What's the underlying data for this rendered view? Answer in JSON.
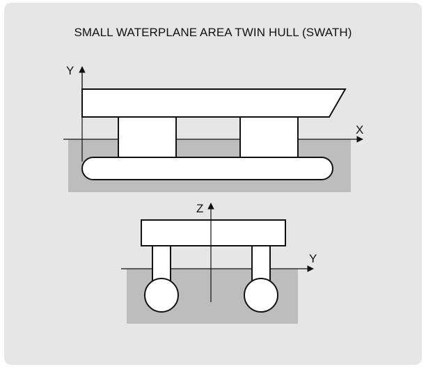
{
  "diagram": {
    "title": "SMALL WATERPLANE AREA TWIN HULL (SWATH)",
    "side_view": {
      "vertical_axis_label": "Y",
      "horizontal_axis_label": "X"
    },
    "front_view": {
      "vertical_axis_label": "Z",
      "horizontal_axis_label": "Y"
    }
  },
  "colors": {
    "panel_background": "#e6e6e6",
    "water": "#bdbdbd",
    "hull_fill": "#ffffff",
    "stroke": "#111111"
  }
}
